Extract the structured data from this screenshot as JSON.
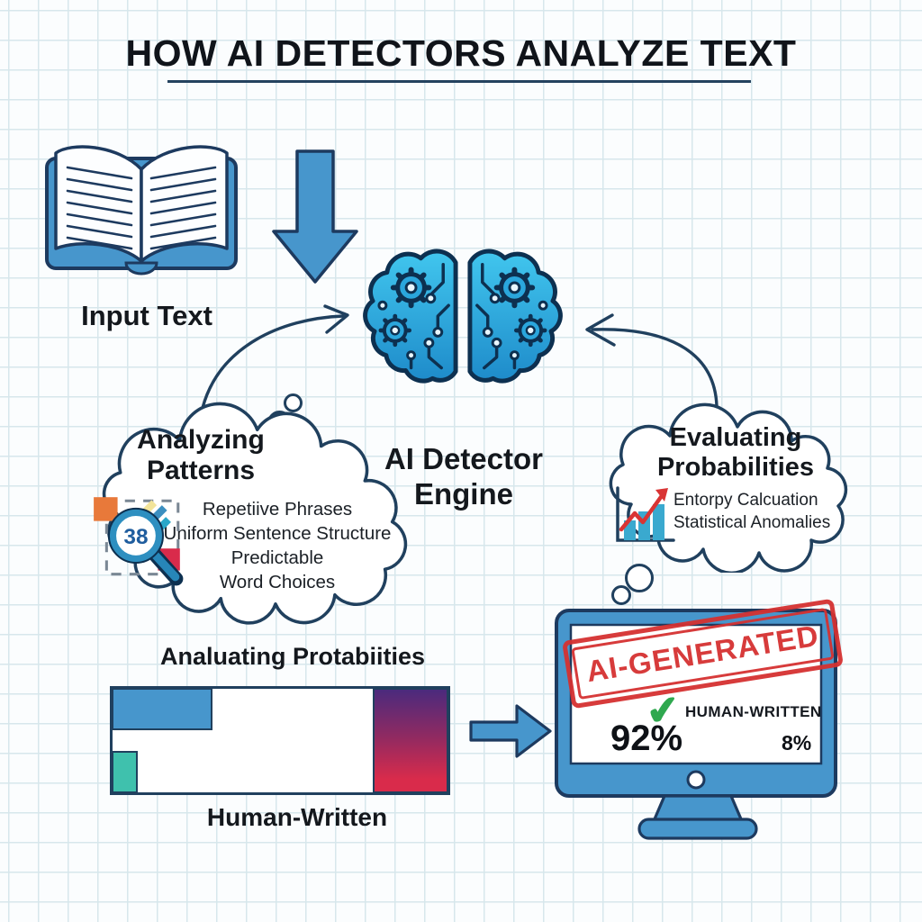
{
  "title": "HOW AI DETECTORS ANALYZE TEXT",
  "input_section": {
    "label": "Input Text",
    "icon": "open-book-icon"
  },
  "engine": {
    "label": "AI Detector Engine",
    "icon": "circuit-brain-icon"
  },
  "left_cloud": {
    "title": "Analyzing Patterns",
    "items": [
      "Repetiive Phrases",
      "Uniform Sentence Structure",
      "Predictable",
      "Word Choices"
    ],
    "icon": "magnifier-pattern-icon",
    "magnifier_number": "38"
  },
  "right_cloud": {
    "title": "Evaluating Probabilities",
    "items": [
      "Entorpy Calcuation",
      "Statistical Anomalies"
    ],
    "icon": "rising-bar-chart-icon"
  },
  "bars_section": {
    "title": "Analuating Protabiities",
    "caption": "Human-Written",
    "bars": [
      {
        "name": "blue-bar",
        "color": "#4796cc",
        "width_fraction": 0.3
      },
      {
        "name": "teal-bar",
        "color": "#3fc1ad",
        "width_fraction": 0.08
      }
    ],
    "gradient_block": {
      "top_color": "#4b2a7d",
      "bottom_color": "#d92b4b",
      "width_fraction": 0.22
    }
  },
  "monitor": {
    "stamp_label": "AI-GENERATED",
    "human_label": "HUMAN-WRITTEN",
    "ai_percent": "92%",
    "human_percent": "8%",
    "icon": "desktop-monitor-icon"
  },
  "colors": {
    "accent_blue": "#4796cc",
    "brain_cyan_top": "#41c6ee",
    "brain_blue_bottom": "#1e8bca",
    "outline_navy": "#20405e",
    "teal": "#3fc1ad",
    "stamp_red": "#d53131",
    "check_green": "#2fa84f",
    "grid_line": "#d7e7ec"
  }
}
